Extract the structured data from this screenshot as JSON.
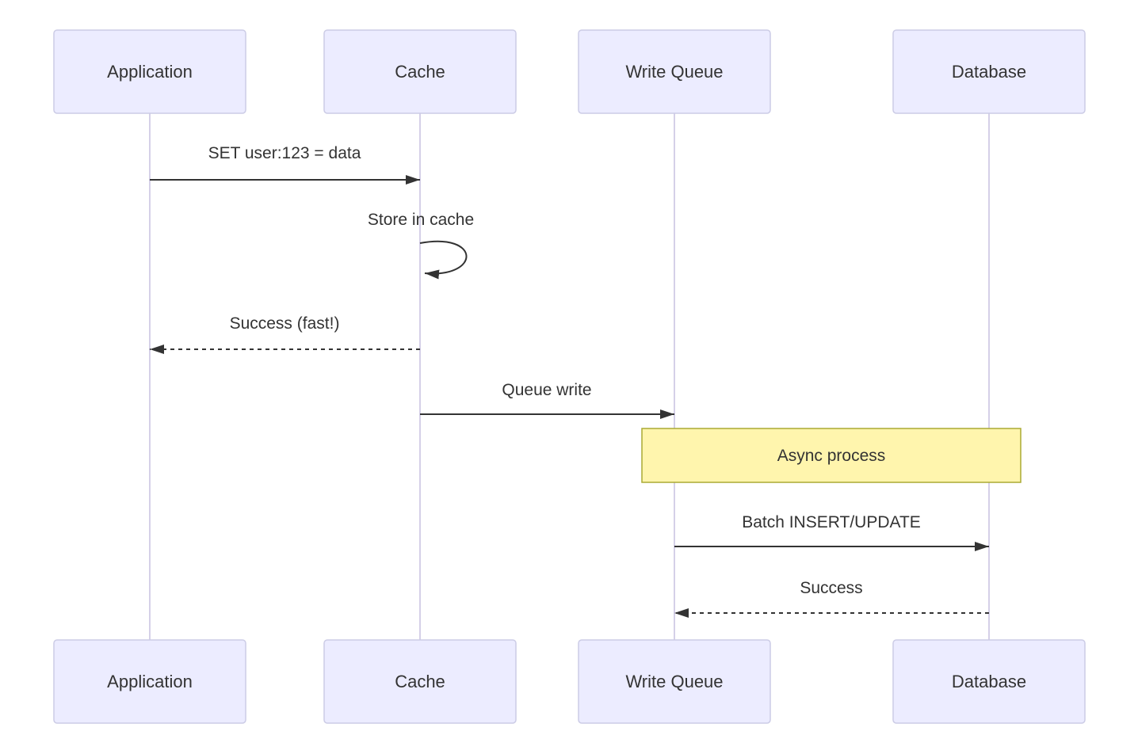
{
  "diagram": {
    "type": "sequence",
    "actors": [
      {
        "id": "application",
        "label": "Application"
      },
      {
        "id": "cache",
        "label": "Cache"
      },
      {
        "id": "write-queue",
        "label": "Write Queue"
      },
      {
        "id": "database",
        "label": "Database"
      }
    ],
    "messages": [
      {
        "from": "application",
        "to": "cache",
        "label": "SET user:123 = data",
        "line": "solid"
      },
      {
        "from": "cache",
        "to": "cache",
        "label": "Store in cache",
        "line": "self-loop"
      },
      {
        "from": "cache",
        "to": "application",
        "label": "Success (fast!)",
        "line": "dashed"
      },
      {
        "from": "cache",
        "to": "write-queue",
        "label": "Queue write",
        "line": "solid"
      },
      {
        "from": "write-queue",
        "to": "database",
        "label": "Batch INSERT/UPDATE",
        "line": "solid"
      },
      {
        "from": "database",
        "to": "write-queue",
        "label": "Success",
        "line": "dashed"
      }
    ],
    "notes": [
      {
        "label": "Async process",
        "over": [
          "write-queue",
          "database"
        ]
      }
    ]
  },
  "colors": {
    "background": "#ffffff",
    "actor_fill": "#ECECFF",
    "actor_border": "#CCCCE6",
    "lifeline": "#D5D0E8",
    "arrow": "#333333",
    "text": "#333333",
    "note_fill": "#FFF5AD",
    "note_border": "#AAAA33"
  }
}
